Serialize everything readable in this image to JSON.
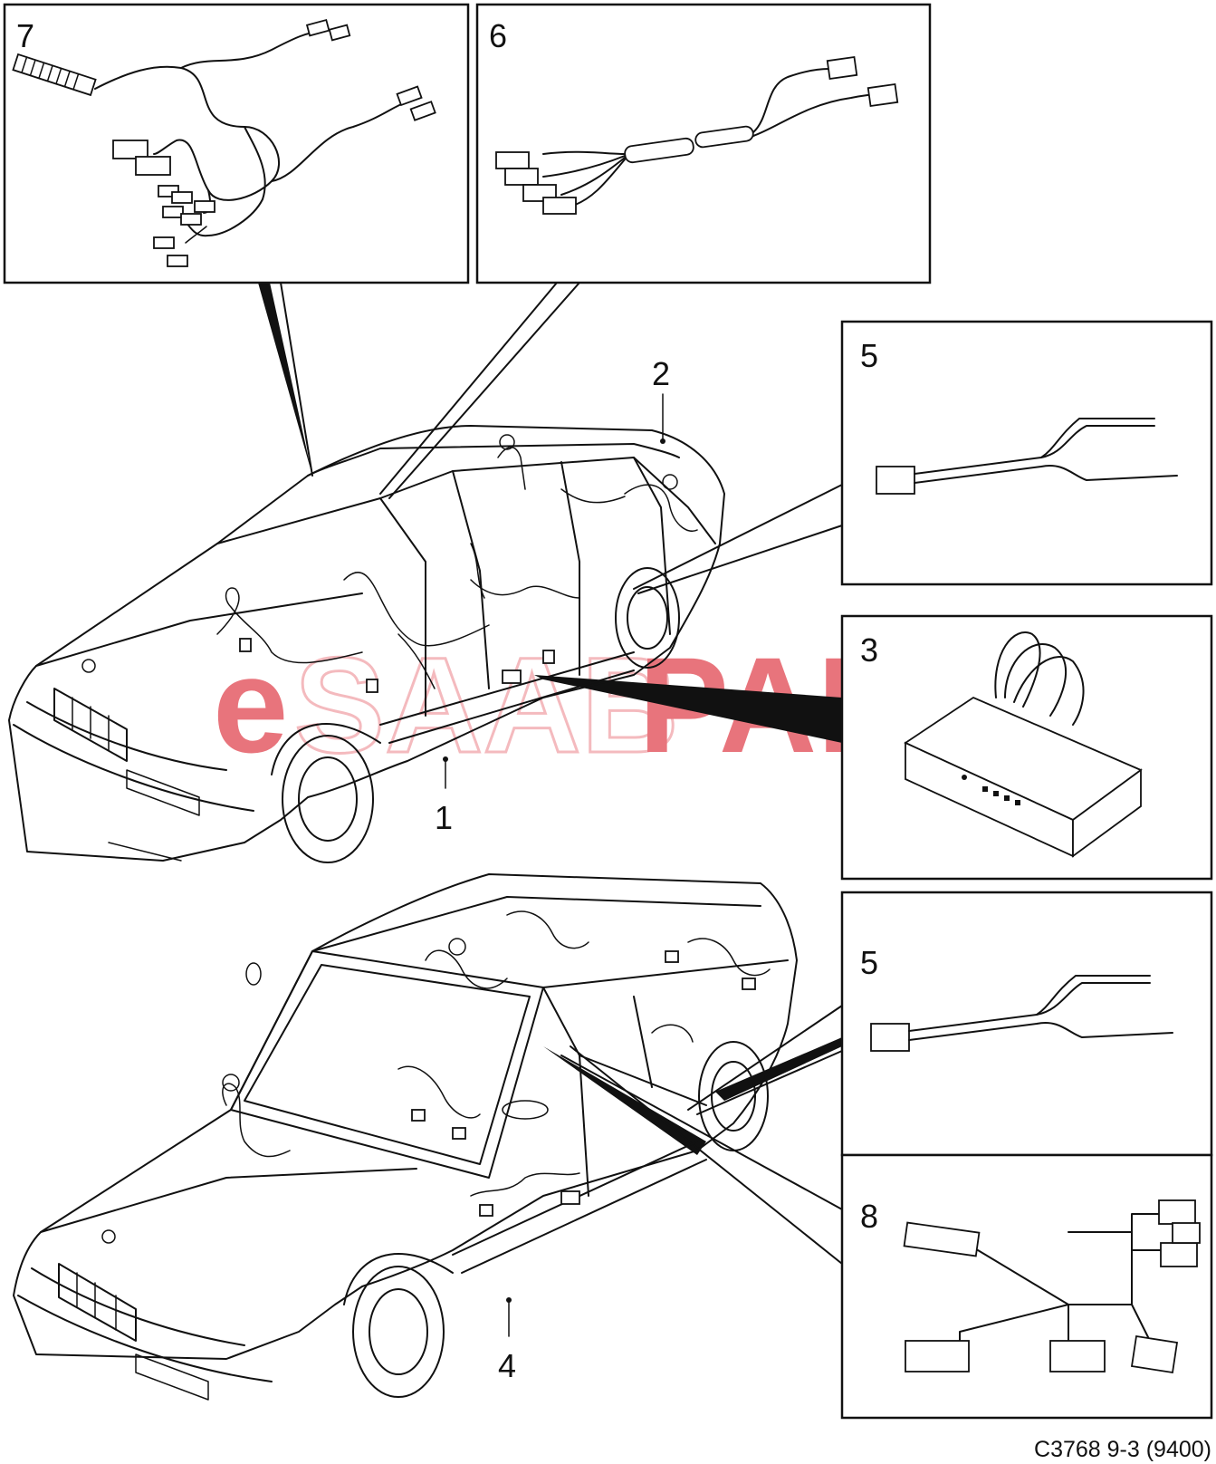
{
  "watermark": {
    "brand_prefix": "e",
    "brand_middle": "SAAB",
    "brand_suffix": "PARTS",
    "color": "#e6666e"
  },
  "callouts": {
    "inset_7": "7",
    "inset_6": "6",
    "inset_5_top": "5",
    "inset_3": "3",
    "inset_5_bottom": "5",
    "inset_8": "8",
    "sedan_1": "1",
    "sedan_2": "2",
    "convertible_4": "4"
  },
  "diagram_code": "C3768 9-3 (9400)"
}
